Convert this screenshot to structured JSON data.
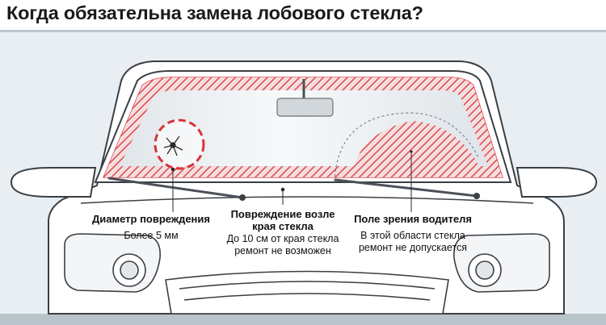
{
  "title": "Когда обязательна замена лобового стекла?",
  "callouts": [
    {
      "heading": "Диаметр повреждения",
      "text_lines": [
        "Более 5 мм"
      ]
    },
    {
      "heading_lines": [
        "Повреждение возле",
        "края стекла"
      ],
      "text_lines": [
        "До 10 см от края стекла",
        "ремонт не возможен"
      ]
    },
    {
      "heading": "Поле зрения водителя",
      "text_lines": [
        "В этой области стекла",
        "ремонт не допускается"
      ]
    }
  ],
  "colors": {
    "hatch": "#d9333a",
    "damage_circle": "#d9333a",
    "background_panel": "#e8edf1",
    "car_body": "#ffffff",
    "outline": "#3a3f44",
    "glass": "#eef1f4"
  }
}
